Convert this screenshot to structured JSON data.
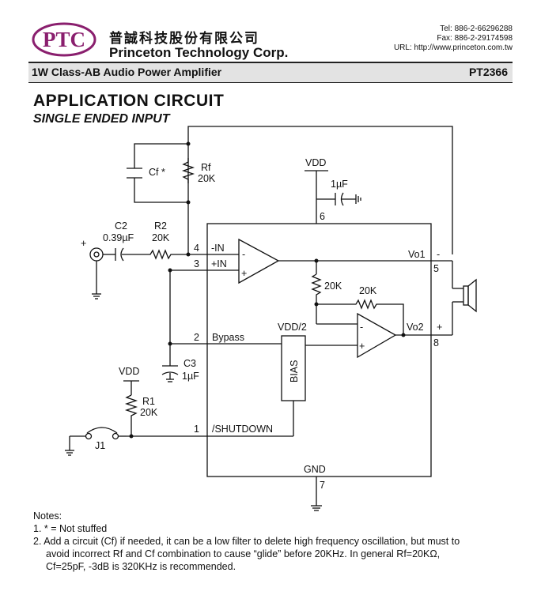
{
  "header": {
    "logo_text": "PTC",
    "company_cn": "普誠科技股份有限公司",
    "company_en": "Princeton Technology Corp.",
    "tel": "Tel: 886-2-66296288",
    "fax": "Fax: 886-2-29174598",
    "url": "URL: http://www.princeton.com.tw"
  },
  "title_bar": {
    "title": "1W Class-AB Audio Power Amplifier",
    "part": "PT2366"
  },
  "section": {
    "title": "APPLICATION CIRCUIT",
    "subtitle": "SINGLE ENDED INPUT"
  },
  "circuit": {
    "cf": "Cf *",
    "rf_name": "Rf",
    "rf_value": "20K",
    "c2_name": "C2",
    "c2_value": "0.39µF",
    "r2_name": "R2",
    "r2_value": "20K",
    "vdd_top": "VDD",
    "c_bypass_vdd": "1µF",
    "pin6": "6",
    "pin4": "4",
    "pin3": "3",
    "pin2": "2",
    "pin1": "1",
    "pin5": "5",
    "pin8": "8",
    "pin7": "7",
    "in_neg": "-IN",
    "in_pos": "+IN",
    "opamp_minus": "-",
    "opamp_plus": "+",
    "vo1": "Vo1",
    "vo2": "Vo2",
    "vo1_sign": "-",
    "vo2_sign": "+",
    "r_int1": "20K",
    "r_int2": "20K",
    "vdd_half": "VDD/2",
    "bias": "BIAS",
    "bypass": "Bypass",
    "c3_name": "C3",
    "c3_value": "1µF",
    "vdd_r1": "VDD",
    "r1_name": "R1",
    "r1_value": "20K",
    "j1": "J1",
    "shutdown": "/SHUTDOWN",
    "gnd": "GND",
    "input_plus": "+"
  },
  "notes": {
    "heading": "Notes:",
    "n1": "1. * = Not stuffed",
    "n2a": "2. Add a circuit (Cf) if needed, it can be a low filter to delete high frequency oscillation, but must to",
    "n2b": "avoid incorrect Rf and Cf combination to cause “glide” before 20KHz. In general Rf=20KΩ,",
    "n2c": "Cf=25pF, -3dB is 320KHz is recommended."
  }
}
